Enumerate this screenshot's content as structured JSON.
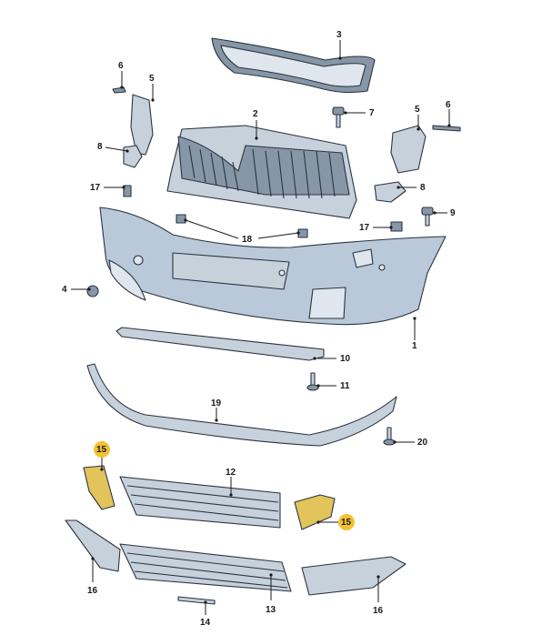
{
  "diagram": {
    "callouts": {
      "c1": "1",
      "c2": "2",
      "c3": "3",
      "c4": "4",
      "c5a": "5",
      "c5b": "5",
      "c6a": "6",
      "c6b": "6",
      "c7": "7",
      "c8a": "8",
      "c8b": "8",
      "c9": "9",
      "c10": "10",
      "c11": "11",
      "c12": "12",
      "c13": "13",
      "c14": "14",
      "c15a": "15",
      "c15b": "15",
      "c16a": "16",
      "c16b": "16",
      "c17a": "17",
      "c17b": "17",
      "c18": "18",
      "c19": "19",
      "c20": "20"
    },
    "colors": {
      "highlight_badge": "#f2c232",
      "highlight_part": "#e2c45a",
      "part_fill": "#c6d1dc",
      "outline": "#2a3440"
    }
  }
}
